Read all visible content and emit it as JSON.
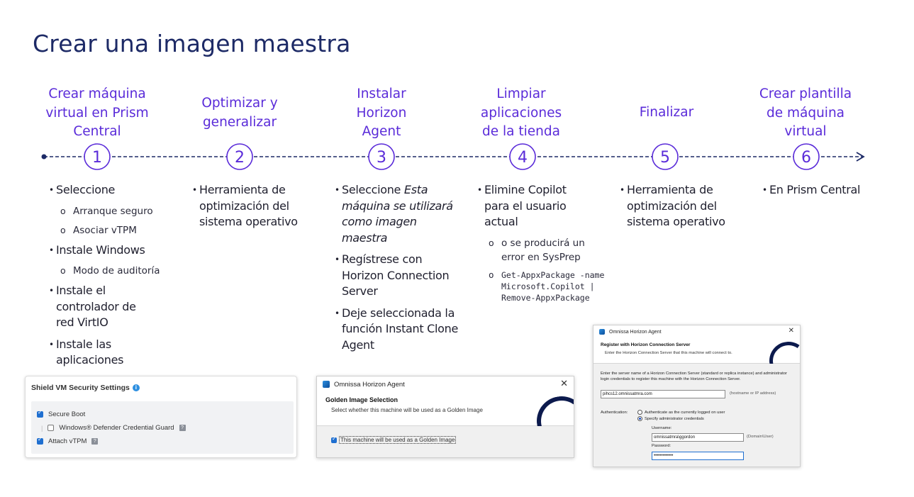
{
  "title": "Crear una imagen maestra",
  "steps": [
    {
      "number": "1",
      "heading": [
        "Crear máquina",
        "virtual en Prism",
        "Central"
      ]
    },
    {
      "number": "2",
      "heading": [
        "Optimizar y",
        "generalizar"
      ]
    },
    {
      "number": "3",
      "heading": [
        "Instalar",
        "Horizon",
        "Agent"
      ]
    },
    {
      "number": "4",
      "heading": [
        "Limpiar",
        "aplicaciones",
        "de la tienda"
      ]
    },
    {
      "number": "5",
      "heading": [
        "Finalizar"
      ]
    },
    {
      "number": "6",
      "heading": [
        "Crear plantilla",
        "de máquina",
        "virtual"
      ]
    }
  ],
  "col1": {
    "b1": "Seleccione",
    "b1_s1": "Arranque seguro",
    "b1_s2": "Asociar vTPM",
    "b2": "Instale Windows",
    "b2_s1": "Modo de auditoría",
    "b3": "Instale el controlador de red VirtIO",
    "b4": "Instale las aplicaciones"
  },
  "col2": {
    "b1": "Herramienta de optimización del sistema operativo"
  },
  "col3": {
    "b1_prefix": "Seleccione ",
    "b1_italic": "Esta máquina se utilizará como imagen maestra",
    "b2": "Regístrese con Horizon Connection Server",
    "b3": "Deje seleccionada la función Instant Clone Agent"
  },
  "col4": {
    "b1": "Elimine Copilot para el usuario actual",
    "s1": "o se producirá un error en SysPrep",
    "s2": "Get-AppxPackage -name Microsoft.Copilot | Remove-AppxPackage"
  },
  "col5": {
    "b1": "Herramienta de optimización del sistema operativo"
  },
  "col6": {
    "b1": "En Prism Central"
  },
  "shield_panel": {
    "title": "Shield VM Security Settings",
    "options": [
      {
        "label": "Secure Boot",
        "checked": true
      },
      {
        "label": "Windows® Defender Credential Guard",
        "checked": false
      },
      {
        "label": "Attach vTPM",
        "checked": true
      }
    ]
  },
  "golden_dialog": {
    "window_title": "Omnissa Horizon Agent",
    "heading": "Golden Image Selection",
    "subheading": "Select whether this machine will be used as a Golden Image",
    "checkbox_label": "This machine will be used as a Golden Image",
    "checked": true
  },
  "register_dialog": {
    "window_title": "Omnissa Horizon Agent",
    "heading": "Register with Horizon Connection Server",
    "subheading": "Enter the Horizon Connection Server that this machine will connect to.",
    "intro": "Enter the server name of a Horizon Connection Server (standard or replica instance) and administrator login credentials to register this machine with the Horizon Connection Server.",
    "server_value": "pihcs12.omnissatmra.com",
    "server_hint": "(hostname or IP address)",
    "auth_label": "Authentication:",
    "radio_current": "Authenticate as the currently logged on user",
    "radio_specify": "Specify administrator credentials",
    "username_label": "Username:",
    "username_value": "omnissatmra\\ggordon",
    "username_hint": "(Domain\\User)",
    "password_label": "Password:",
    "password_value": "•••••••••••••"
  },
  "colors": {
    "title": "#1d2a66",
    "accent": "#5a2bd9",
    "timeline": "#1d2a66"
  }
}
